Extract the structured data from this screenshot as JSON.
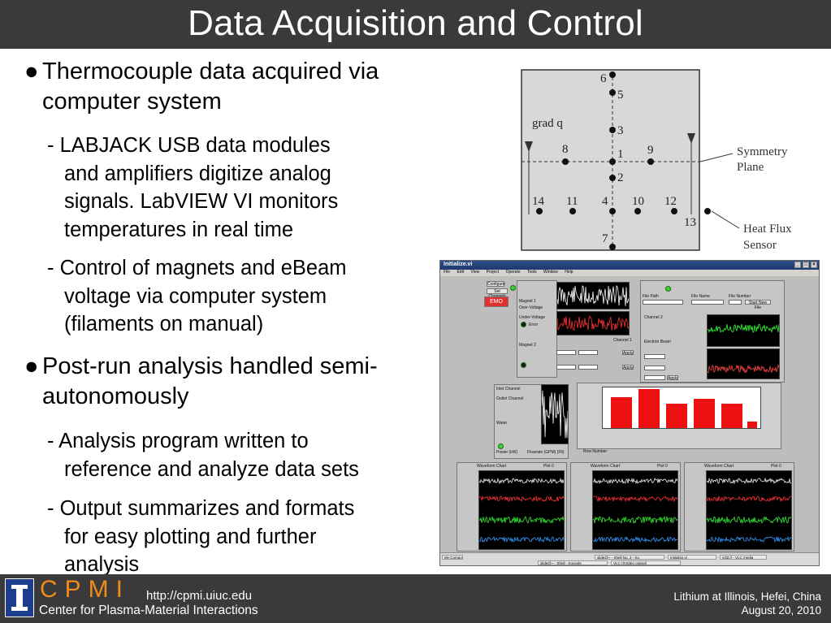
{
  "title": "Data Acquisition and Control",
  "bullets": [
    {
      "dot": "●",
      "lines": [
        "Thermocouple data acquired via",
        "computer system"
      ],
      "subs": [
        {
          "lines": [
            "- LABJACK USB data modules",
            "and amplifiers digitize analog",
            "signals. LabVIEW VI monitors",
            "temperatures in real time"
          ]
        },
        {
          "lines": [
            "- Control of magnets and eBeam",
            "voltage via computer system",
            "(filaments on manual)"
          ]
        }
      ]
    },
    {
      "dot": "●",
      "lines": [
        "Post-run analysis handled semi-",
        "autonomously"
      ],
      "subs": [
        {
          "lines": [
            "- Analysis program written to",
            "reference and analyze data sets"
          ]
        },
        {
          "lines": [
            "- Output summarizes and formats",
            "for easy plotting and further",
            "analysis"
          ]
        }
      ]
    }
  ],
  "diagram": {
    "grad_label": "grad q",
    "symmetry_label": [
      "Symmetry",
      "Plane"
    ],
    "sensor_label": [
      "Heat Flux",
      "Sensor"
    ],
    "points": [
      "6",
      "5",
      "3",
      "8",
      "1",
      "9",
      "2",
      "14",
      "11",
      "4",
      "10",
      "12",
      "13",
      "7"
    ]
  },
  "labview": {
    "window_title": "Initialize.vi",
    "menu": [
      "File",
      "Edit",
      "View",
      "Project",
      "Operate",
      "Tools",
      "Window",
      "Help"
    ],
    "emo_button": "EMO",
    "buttons": {
      "set_channels": "Set Channels",
      "configure": "Configure",
      "apply": "Apply",
      "start_new_file": "Start New File"
    },
    "labels": {
      "magnet1": "Magnet 1",
      "over_voltage": "Over-Voltage",
      "under_voltage": "Under-Voltage",
      "error": "Error",
      "magnet2": "Magnet 2",
      "channel1": "Channel 1",
      "channel2": "Channel 2",
      "file_path": "File Path",
      "file_name": "File Name",
      "file_number": "File Number",
      "ebeam": "Electron Beam",
      "inlet_channel": "Inlet Channel",
      "outlet_channel": "Outlet Channel",
      "water": "Water",
      "waveform_chart": "Waveform Chart",
      "plot0": "Plot 0",
      "row_number": "Row Number",
      "power": "Power (kW)",
      "flowrate": "Flowrate (GPM) (Flt)"
    },
    "taskbar": [
      "My Computer",
      "slide@~ - Shell No. 2 - Ko",
      "Initialize.vi",
      "slide@~ - Shell - Konsole",
      "VLC (XVideo output)",
      "v4l2:// - VLC media"
    ]
  },
  "footer": {
    "cpmi": "CPMI",
    "center": "Center for Plasma-Material Interactions",
    "url": "http://cpmi.uiuc.edu",
    "conference": "Lithium at Illinois, Hefei, China",
    "date": "August 20, 2010"
  }
}
